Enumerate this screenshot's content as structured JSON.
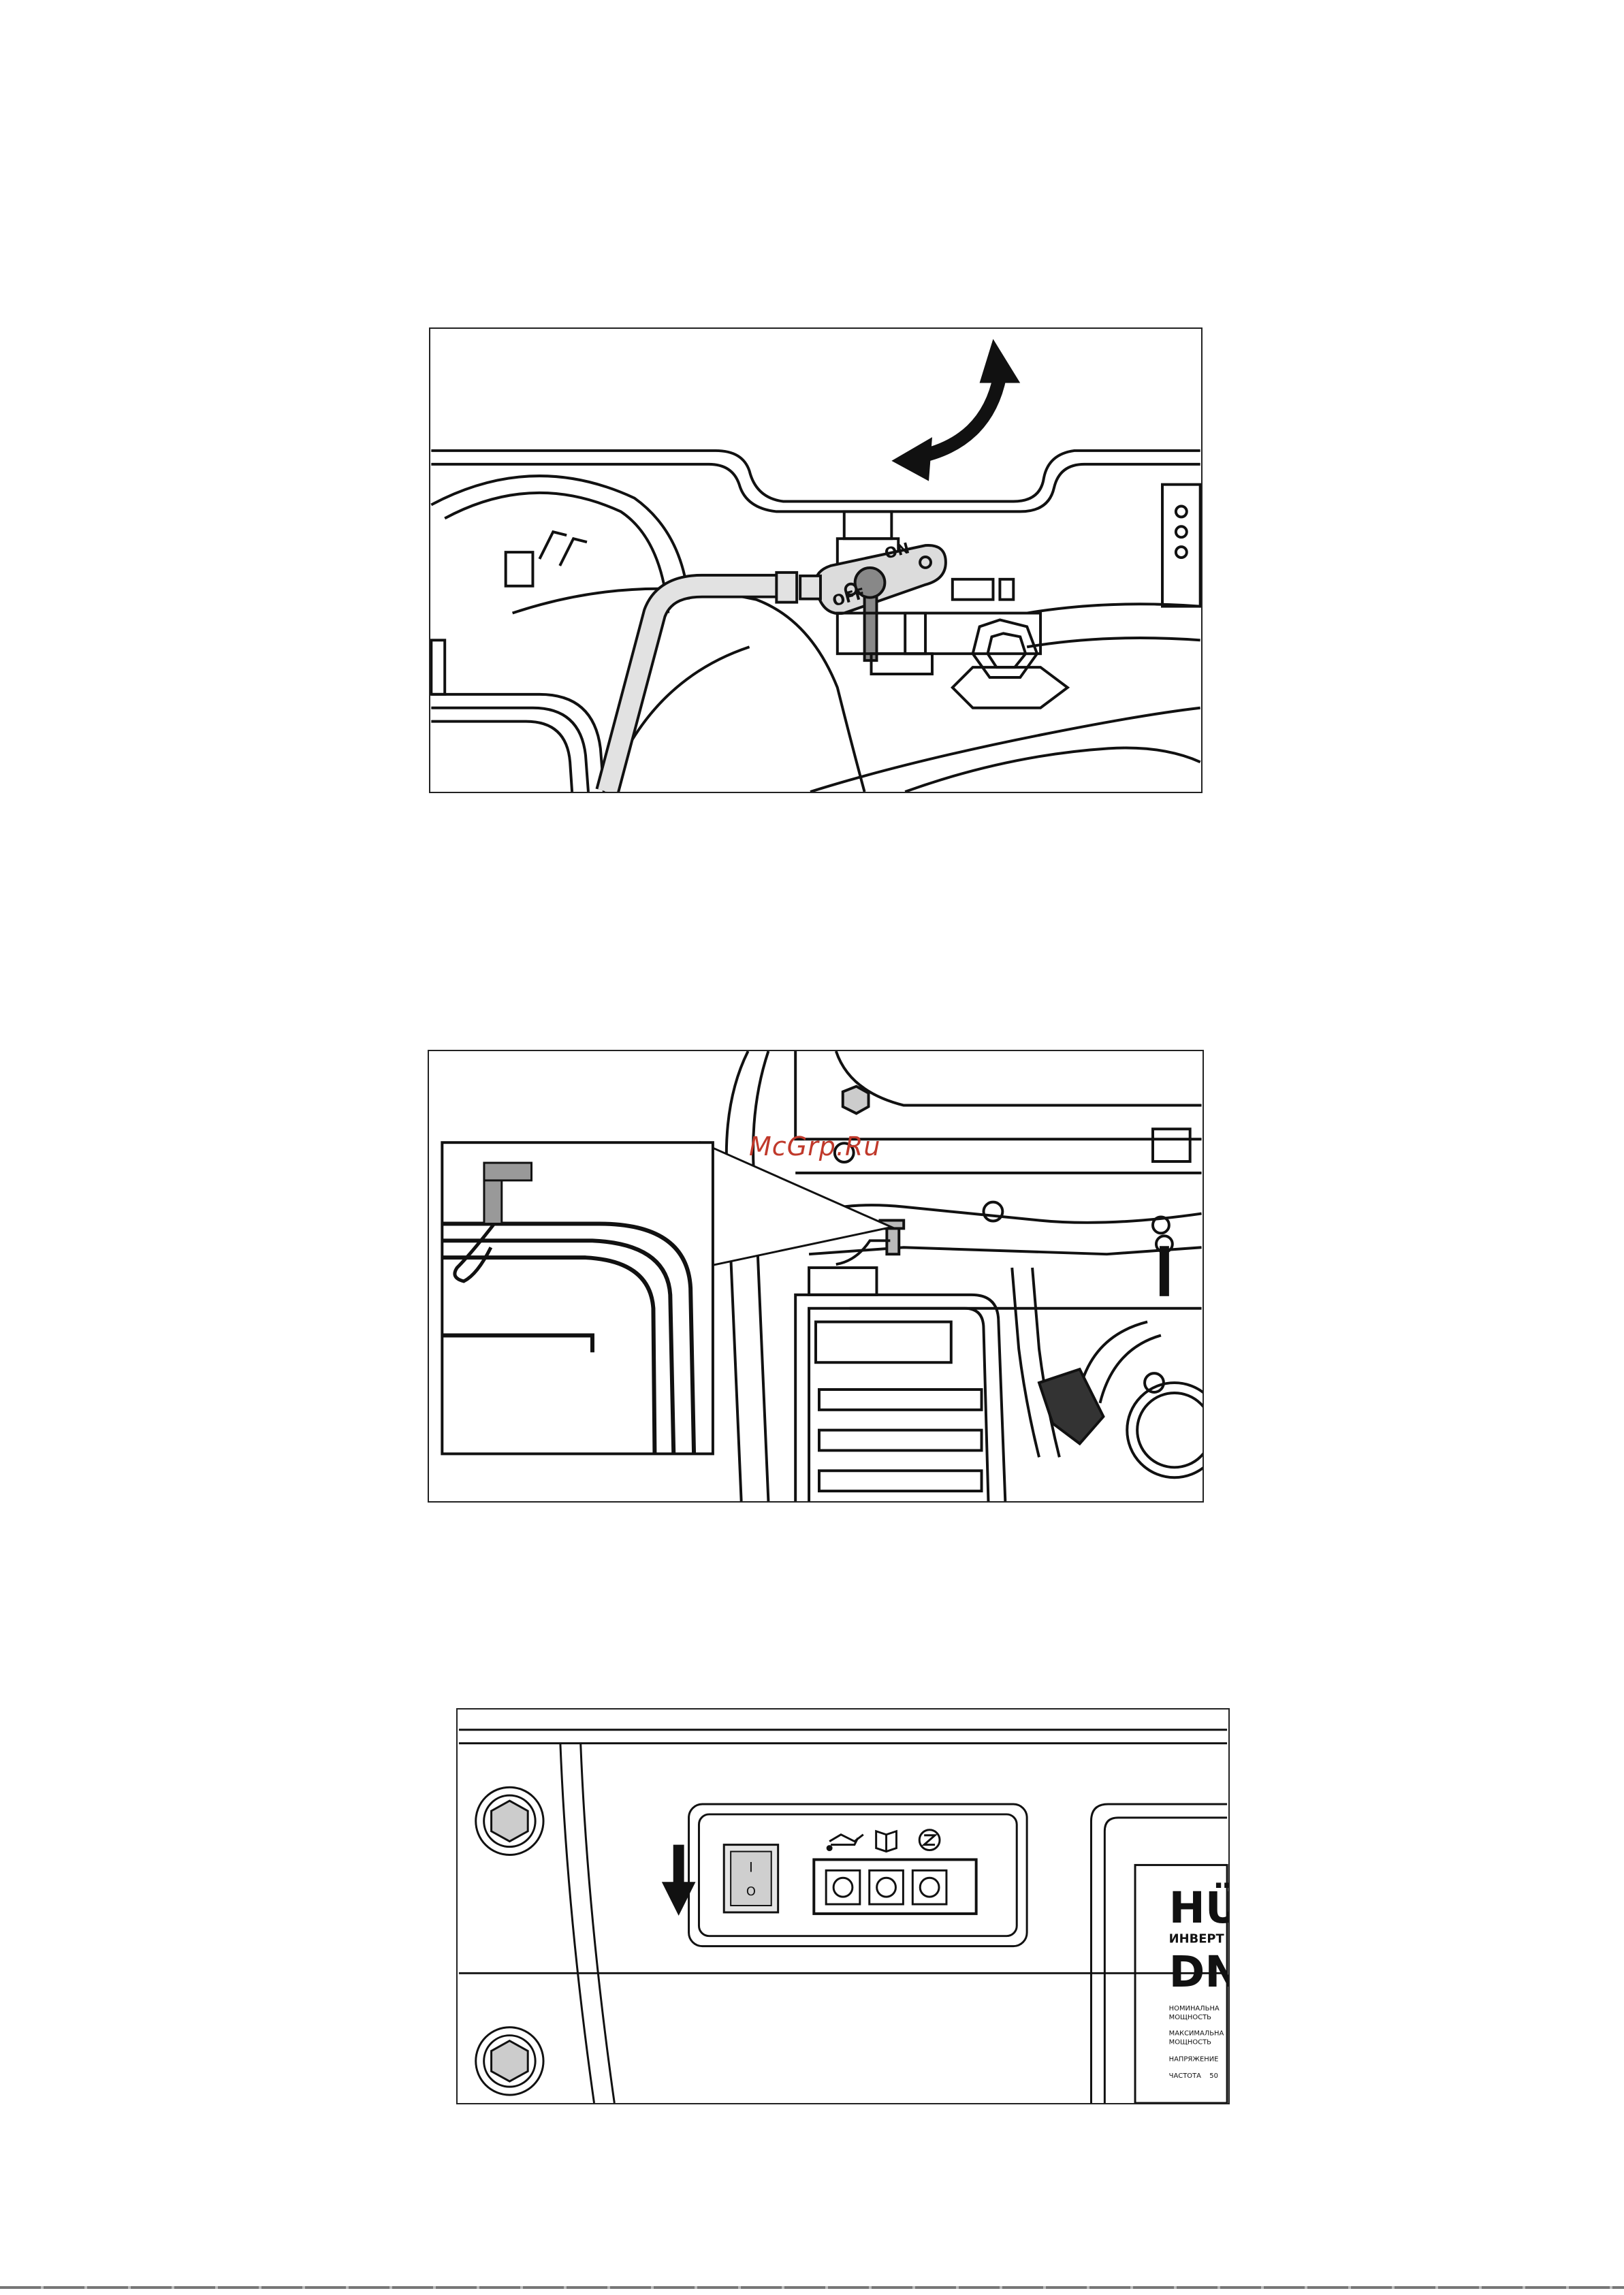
{
  "figures": {
    "fuel_valve": {
      "label_on": "ON",
      "label_off": "OFF",
      "arrow_icon": "curved-double-arrow-icon"
    },
    "choke_detail": {
      "watermark": "McGrp.Ru",
      "zoom_icon": "detail-zoom-callout"
    },
    "control_panel": {
      "arrow_icon": "down-arrow-icon",
      "switch_on_mark": "I",
      "switch_off_mark": "O",
      "indicator_icons": [
        "oil-can-icon",
        "book-icon",
        "overload-icon"
      ],
      "brand_text": "HÜ",
      "label_line1": "ИНВЕРТ",
      "model_text": "DN",
      "spec_1a": "НОМИНАЛЬНА",
      "spec_1b": "МОЩНОСТЬ",
      "spec_2a": "МАКСИМАЛЬНА",
      "spec_2b": "МОЩНОСТЬ",
      "spec_3": "НАПРЯЖЕНИЕ",
      "spec_4": "ЧАСТОТА",
      "spec_4_value": "50"
    }
  }
}
